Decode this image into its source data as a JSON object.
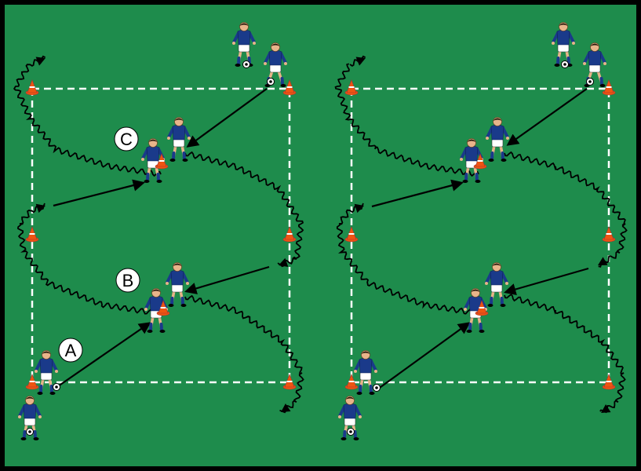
{
  "diagram": {
    "pitch_color": "#1e8c4c",
    "border_color": "#000000",
    "line_color": "#ffffff",
    "shirt_color": "#1a3a8a",
    "shorts_color": "#ffffff",
    "sock_color": "#1a3a8a",
    "skin_color": "#e8b48a",
    "cone_color": "#ee5511",
    "arrow_color": "#000000",
    "labels": [
      "A",
      "B",
      "C"
    ]
  }
}
